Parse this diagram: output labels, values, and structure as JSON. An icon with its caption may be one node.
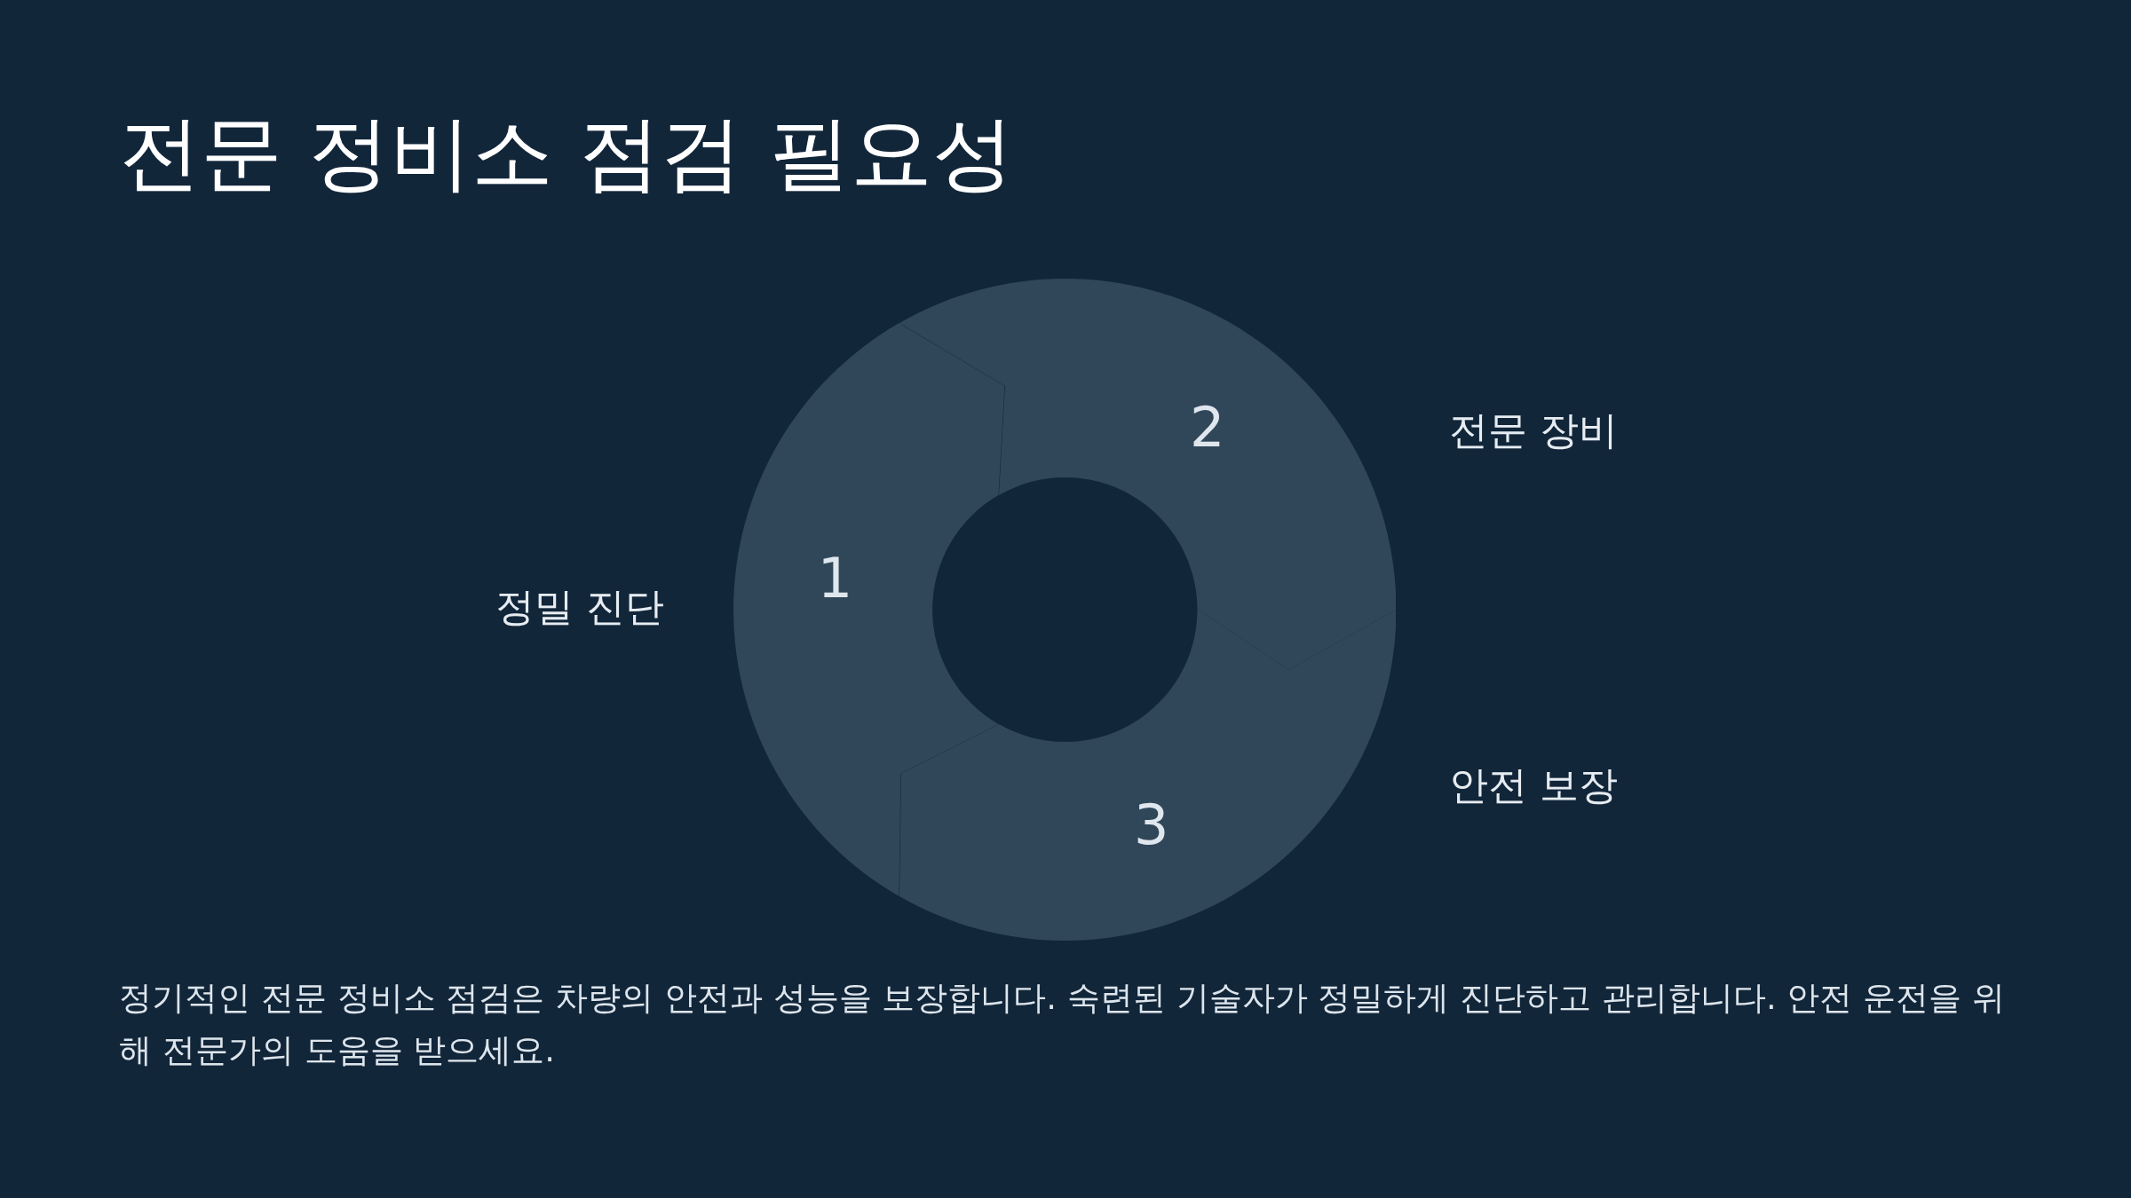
{
  "diagram": {
    "title": "전문 정비소 점검 필요성",
    "nodes": [
      {
        "text": [
          "1"
        ],
        "beside": [
          "정밀 진단"
        ]
      },
      {
        "text": [
          "2"
        ],
        "beside": [
          "전문 장비"
        ]
      },
      {
        "text": [
          "3"
        ],
        "beside": [
          "안전 보장"
        ]
      }
    ],
    "caption": "정기적인 전문 정비소 점검은 차량의 안전과 성능을 보장합니다. 숙련된 기술자가 정밀하게 진단하고 관리합니다. 안전 운전을 위해 전문가의 도움을 받으세요."
  }
}
